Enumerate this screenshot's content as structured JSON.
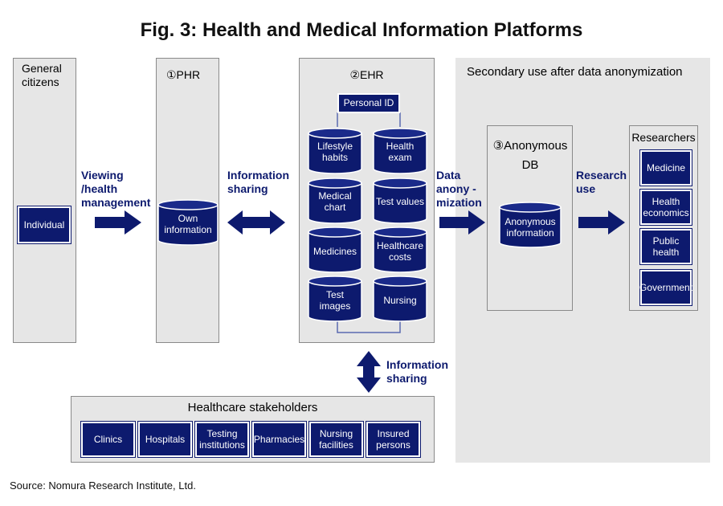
{
  "title": "Fig. 3: Health and Medical Information Platforms",
  "citizens": {
    "label": "General citizens",
    "individual": "Individual",
    "arrow_label": "Viewing /health management"
  },
  "phr": {
    "label": "①PHR",
    "own_info": "Own information",
    "arrow_label": "Information sharing"
  },
  "ehr": {
    "label": "②EHR",
    "personal_id": "Personal ID",
    "items": [
      "Lifestyle habits",
      "Health exam",
      "Medical chart",
      "Test values",
      "Medicines",
      "Healthcare costs",
      "Test images",
      "Nursing"
    ],
    "arrow_label": "Data anony -mization"
  },
  "secondary": {
    "label": "Secondary use after data anonymization",
    "anon_db_label": "③Anonymous DB",
    "anon_info": "Anonymous information",
    "arrow_label": "Research use",
    "researchers_label": "Researchers",
    "researchers": [
      "Medicine",
      "Health economics",
      "Public health",
      "Government"
    ]
  },
  "stakeholders": {
    "arrow_label": "Information sharing",
    "label": "Healthcare stakeholders",
    "items": [
      "Clinics",
      "Hospitals",
      "Testing institutions",
      "Pharmacies",
      "Nursing facilities",
      "Insured persons"
    ]
  },
  "source": "Source: Nomura Research Institute, Ltd.",
  "colors": {
    "navy": "#0d1a6e",
    "panel_gray": "#e6e6e6"
  }
}
